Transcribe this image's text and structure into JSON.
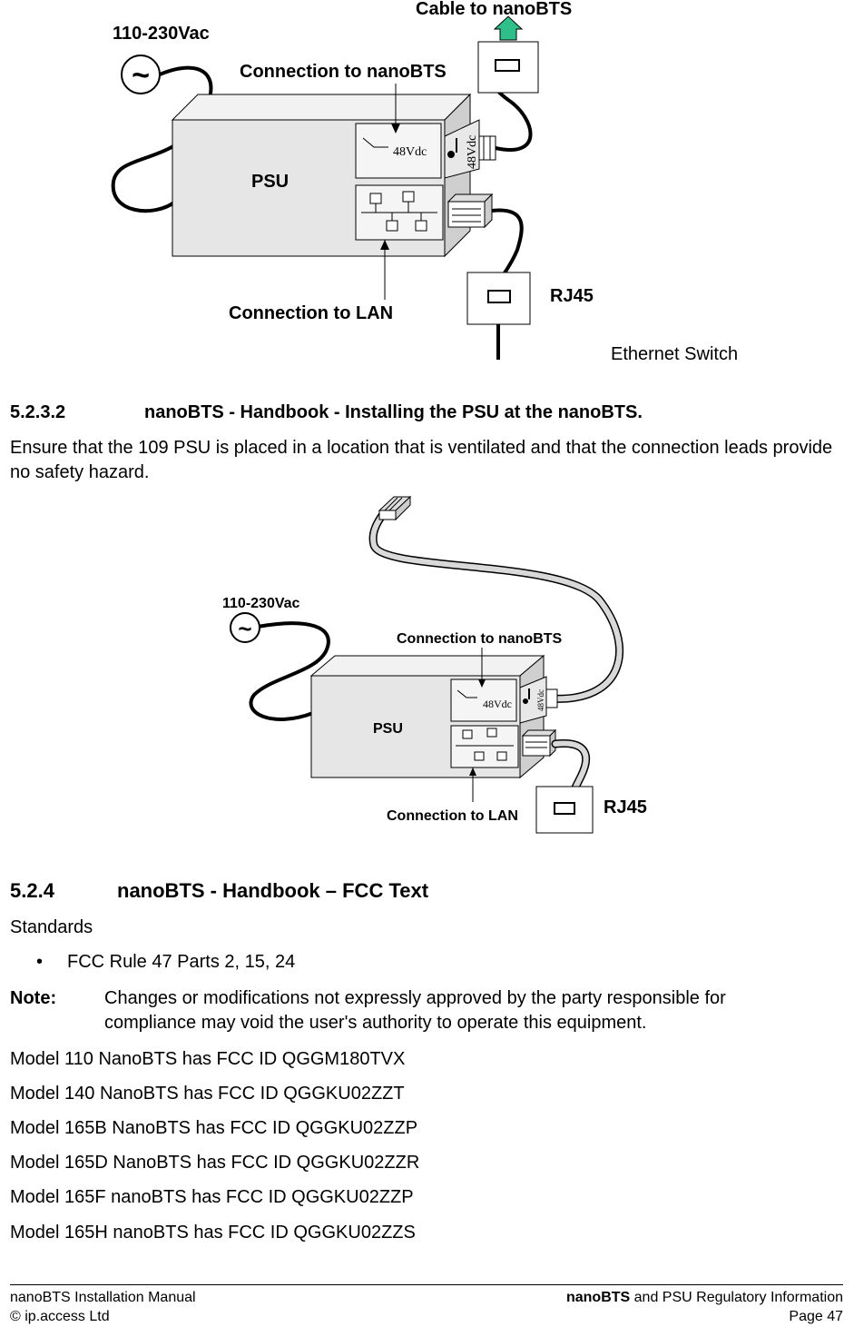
{
  "diagram1": {
    "supply_label": "110-230Vac",
    "cable_label": "Cable to  nanoBTS",
    "conn_nanobts_label": "Connection to nanoBTS",
    "psu_label": "PSU",
    "dc_label": "48Vdc",
    "dc_side_label": "48Vdc",
    "conn_lan_label": "Connection to LAN",
    "rj45_label": "RJ45",
    "switch_label": "Ethernet Switch"
  },
  "section_5232": {
    "number": "5.2.3.2",
    "title": "nanoBTS - Handbook - Installing the PSU at the nanoBTS.",
    "body": "Ensure that the 109 PSU is placed in a location that is ventilated and that the connection leads provide no safety hazard."
  },
  "diagram2": {
    "supply_label": "110-230Vac",
    "conn_nanobts_label": "Connection to  nanoBTS",
    "psu_label": "PSU",
    "dc_label": "48Vdc",
    "dc_side_label": "48Vdc",
    "conn_lan_label": "Connection to LAN",
    "rj45_label": "RJ45"
  },
  "section_524": {
    "number": "5.2.4",
    "title": "nanoBTS - Handbook – FCC Text",
    "standards_label": "Standards",
    "bullet": "FCC Rule 47 Parts 2, 15, 24",
    "note_label": "Note:",
    "note_text": "Changes or modifications not expressly approved by the party responsible for compliance may void the user's authority to operate this equipment.",
    "models": [
      "Model 110 NanoBTS has FCC ID QGGM180TVX",
      "Model 140 NanoBTS has FCC ID QGGKU02ZZT",
      "Model 165B NanoBTS has FCC ID QGGKU02ZZP",
      "Model 165D NanoBTS has FCC ID QGGKU02ZZR",
      "Model 165F nanoBTS has FCC ID QGGKU02ZZP",
      "Model 165H nanoBTS has FCC ID QGGKU02ZZS"
    ]
  },
  "footer": {
    "left_line1": "nanoBTS Installation Manual",
    "left_line2": "© ip.access Ltd",
    "right_bold": "nanoBTS",
    "right_rest": " and PSU Regulatory Information",
    "page": "Page 47"
  },
  "colors": {
    "psu_front": "#e6e6e6",
    "psu_top": "#f2f2f2",
    "psu_side": "#cfcfcf",
    "arrow_green": "#2fbf8a"
  }
}
